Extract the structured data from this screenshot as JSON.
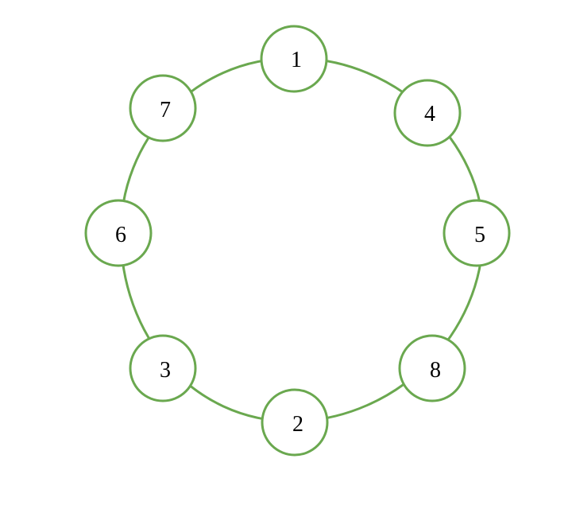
{
  "diagram": {
    "stroke_color": "#6aa84f",
    "fill_color": "#ffffff",
    "label_color": "#000000",
    "nodes": [
      {
        "label": "1"
      },
      {
        "label": "4"
      },
      {
        "label": "5"
      },
      {
        "label": "8"
      },
      {
        "label": "2"
      },
      {
        "label": "3"
      },
      {
        "label": "6"
      },
      {
        "label": "7"
      }
    ]
  }
}
